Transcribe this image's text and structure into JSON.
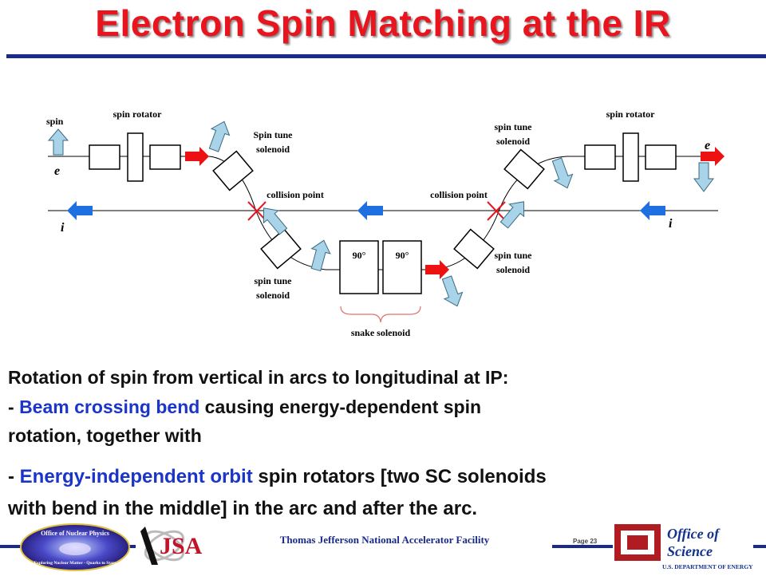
{
  "slide": {
    "title": "Electron Spin Matching at the IR",
    "page_label": "Page 23",
    "footer": "Thomas Jefferson National Accelerator Facility"
  },
  "diagram": {
    "labels": {
      "spin": "spin",
      "spin_rotator_left": "spin rotator",
      "spin_rotator_right": "spin rotator",
      "spin_tune_solenoid_upper_left_line1": "Spin tune",
      "spin_tune_solenoid_upper_left_line2": "solenoid",
      "spin_tune_solenoid_upper_right_line1": "spin tune",
      "spin_tune_solenoid_upper_right_line2": "solenoid",
      "spin_tune_solenoid_lower_left_line1": "spin tune",
      "spin_tune_solenoid_lower_left_line2": "solenoid",
      "spin_tune_solenoid_lower_right_line1": "spin tune",
      "spin_tune_solenoid_lower_right_line2": "solenoid",
      "collision_point_left": "collision point",
      "collision_point_right": "collision point",
      "e_left": "e",
      "e_right": "e",
      "i_left": "i",
      "i_right": "i",
      "angle_left": "90°",
      "angle_right": "90°",
      "snake_solenoid": "snake solenoid"
    },
    "colors": {
      "electron_arrow": "#ee1111",
      "ion_arrow": "#1e6fe0",
      "spin_arrow_fill": "#a9d3e8",
      "spin_arrow_stroke": "#3a6a80",
      "crossing_mark": "#e8141e"
    }
  },
  "text_block": {
    "line1": "Rotation of spin from vertical in arcs to longitudinal at IP:",
    "line2_prefix": "- ",
    "line2_highlight": "Beam crossing bend",
    "line2_rest": " causing energy-dependent spin",
    "line3": "rotation, together with",
    "line4_prefix": "- ",
    "line4_highlight": "Energy-independent orbit",
    "line4_rest": " spin rotators [two SC solenoids",
    "line5": "with bend in the middle] in the arc and after the arc."
  },
  "logos": {
    "nuclear_physics_top": "Office of Nuclear Physics",
    "nuclear_physics_bottom": "Exploring Nuclear Matter - Quarks to Stars",
    "jsa": "JSA",
    "science_line1": "Office of",
    "science_line2": "Science",
    "science_line3": "U.S. DEPARTMENT OF ENERGY"
  }
}
